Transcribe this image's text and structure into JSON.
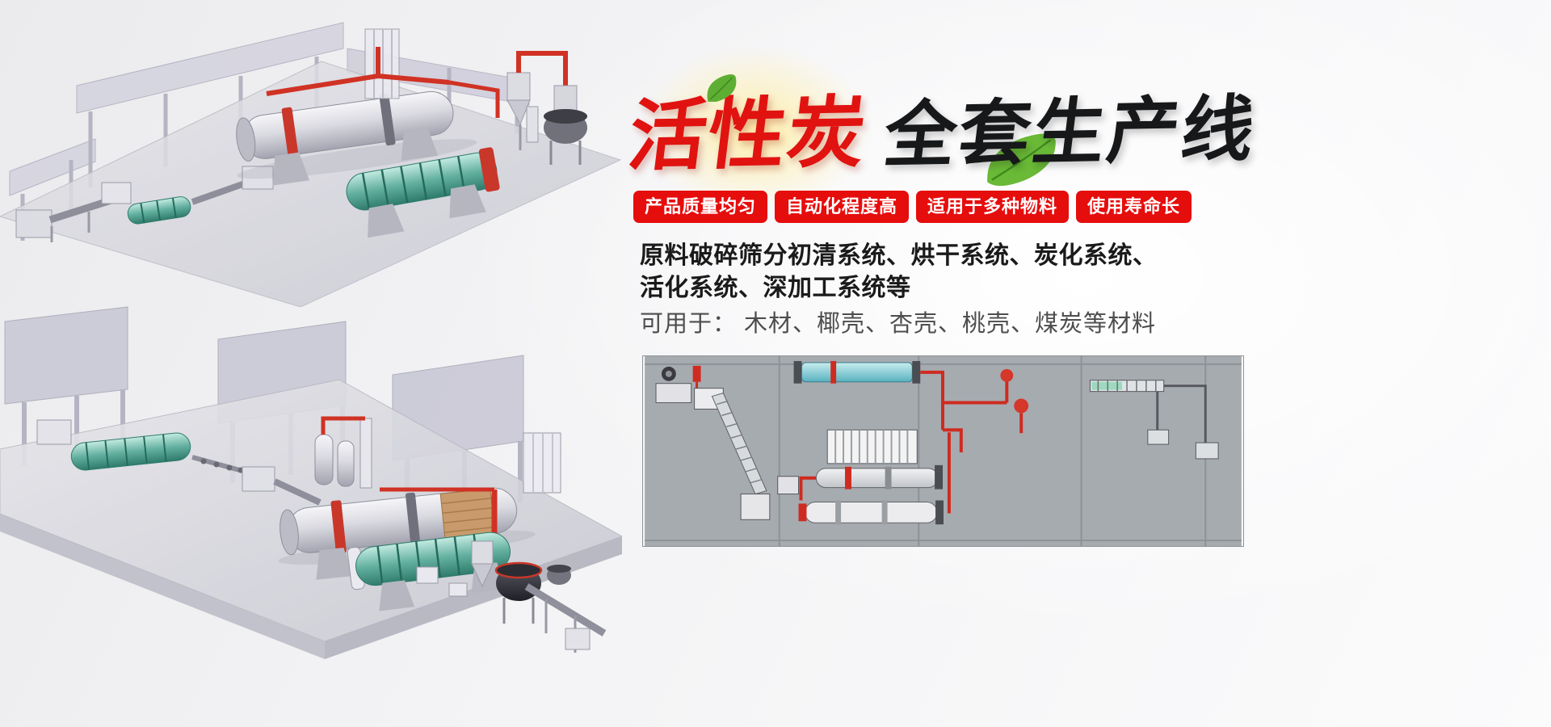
{
  "hero": {
    "title_red": "活性炭",
    "title_black": "全套生产线",
    "badges": [
      "产品质量均匀",
      "自动化程度高",
      "适用于多种物料",
      "使用寿命长"
    ],
    "desc_line1": "原料破碎筛分初清系统、烘干系统、炭化系统、",
    "desc_line2": "活化系统、深加工系统等",
    "materials_line": "可用于： 木材、椰壳、杏壳、桃壳、煤炭等材料"
  },
  "colors": {
    "badge_red": "#e60d0d",
    "title_red": "#e01310",
    "title_black": "#17181a",
    "pipe_red": "#d03224",
    "drum_teal": "#3f9d8e",
    "leaf_green": "#5fae34",
    "diagram_bg": "#a6abb0"
  }
}
